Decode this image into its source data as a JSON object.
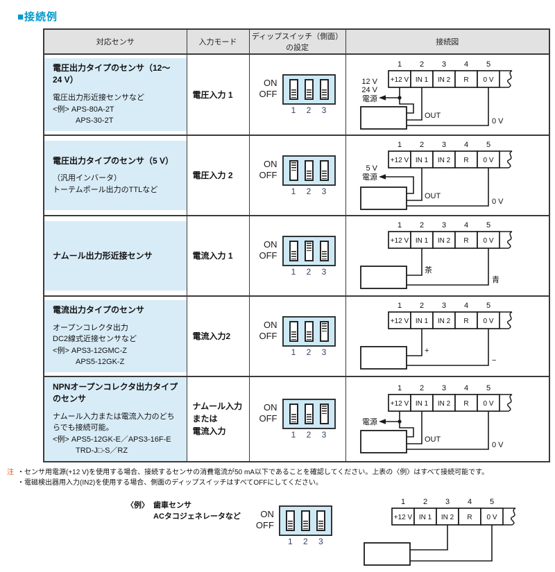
{
  "title": "■接続例",
  "table": {
    "headers": [
      "対応センサ",
      "入力モード",
      "ディップスイッチ（側面）の設定",
      "接続図"
    ],
    "rows": [
      {
        "sensor_title": "電圧出力タイプのセンサ（12～24 V）",
        "sensor_body": "電圧出力形近接センサなど\n<例> APS-80A-2T\n　　　APS-30-2T",
        "input_mode": "電圧入力 1",
        "dip": [
          "off",
          "off",
          "off"
        ],
        "diagram": {
          "power1": "12 V",
          "power2": "24 V",
          "power3": "電源",
          "out": "OUT",
          "zero": "0 V"
        }
      },
      {
        "sensor_title": "電圧出力タイプのセンサ（5 V）",
        "sensor_body": "（汎用インバータ）\nトーテムポール出力のTTLなど",
        "input_mode": "電圧入力 2",
        "dip": [
          "on",
          "off",
          "off"
        ],
        "diagram": {
          "power1": "5 V",
          "power2": "電源",
          "out": "OUT",
          "zero": "0 V"
        }
      },
      {
        "sensor_title": "ナムール出力形近接センサ",
        "sensor_body": "",
        "input_mode": "電流入力 1",
        "dip": [
          "off",
          "on",
          "off"
        ],
        "diagram": {
          "in1": "茶",
          "zero": "青"
        }
      },
      {
        "sensor_title": "電流出力タイプのセンサ",
        "sensor_body": "オープンコレクタ出力\nDC2線式近接センサなど\n<例> APS3-12GMC-Z\n　　　APS5-12GK-Z",
        "input_mode": "電流入力2",
        "dip": [
          "off",
          "off",
          "on"
        ],
        "diagram": {
          "in1": "+",
          "zero": "−"
        }
      },
      {
        "sensor_title": "NPNオープンコレクタ出力タイプのセンサ",
        "sensor_body": "ナムール入力または電流入力のどちらでも接続可能。\n<例> APS5-12GK-E／APS3-16F-E\n　　　TRD-J□-S／RZ",
        "input_mode": "ナムール入力\nまたは\n電流入力",
        "dip": [
          "off",
          "off",
          "on"
        ],
        "diagram": {
          "power1": "電源",
          "out": "OUT",
          "zero": "0 V"
        }
      }
    ]
  },
  "dip_labels": {
    "on": "ON",
    "off": "OFF",
    "n1": "1",
    "n2": "2",
    "n3": "3"
  },
  "terminal": {
    "n1": "1",
    "n2": "2",
    "n3": "3",
    "n4": "4",
    "n5": "5",
    "t1": "+12 V",
    "t2": "IN 1",
    "t3": "IN 2",
    "t4": "R",
    "t5": "0 V"
  },
  "notes": {
    "mark": "注",
    "lines": "・センサ用電源(+12 V)を使用する場合、接続するセンサの消費電流が50 mA以下であることを確認してください。上表の〈例〉はすべて接続可能です。\n・電磁検出器用入力(IN2)を使用する場合、側面のディップスイッチはすべてOFFにしてください。"
  },
  "bottom": {
    "label": "〈例〉",
    "body": "歯車センサ\nACタコジェネレータなど",
    "dip": [
      "off",
      "off",
      "off"
    ]
  }
}
